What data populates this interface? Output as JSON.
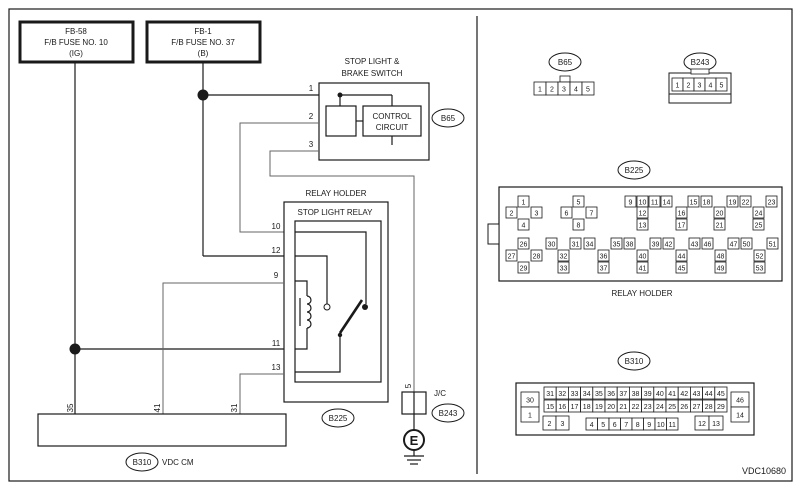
{
  "fuses": [
    {
      "line1": "FB-58",
      "line2": "F/B FUSE NO. 10",
      "line3": "(IG)"
    },
    {
      "line1": "FB-1",
      "line2": "F/B FUSE NO. 37",
      "line3": "(B)"
    }
  ],
  "switch": {
    "title_line1": "STOP LIGHT &",
    "title_line2": "BRAKE SWITCH",
    "control_line1": "CONTROL",
    "control_line2": "CIRCUIT",
    "connector": "B65",
    "pins": [
      "1",
      "2",
      "3"
    ]
  },
  "relay": {
    "holder_label": "RELAY HOLDER",
    "relay_label": "STOP LIGHT RELAY",
    "connector": "B225",
    "pins": [
      "10",
      "12",
      "9",
      "11",
      "13"
    ]
  },
  "ground": {
    "pin": "5",
    "jc_label": "J/C",
    "connector": "B243",
    "symbol": "E"
  },
  "vdc": {
    "connector": "B310",
    "label": "VDC CM",
    "pins": [
      "35",
      "41",
      "31"
    ]
  },
  "connectors_panel": {
    "b65": {
      "name": "B65",
      "pins": [
        "1",
        "2",
        "3",
        "4",
        "5"
      ]
    },
    "b243": {
      "name": "B243",
      "pins": [
        "1",
        "2",
        "3",
        "4",
        "5"
      ]
    },
    "b225": {
      "name": "B225",
      "caption": "RELAY HOLDER",
      "pins": [
        "1",
        "2",
        "3",
        "4",
        "5",
        "6",
        "7",
        "8",
        "9",
        "10",
        "11",
        "12",
        "13",
        "14",
        "15",
        "16",
        "17",
        "18",
        "19",
        "20",
        "21",
        "22",
        "23",
        "24",
        "25",
        "26",
        "27",
        "28",
        "29",
        "30",
        "31",
        "32",
        "33",
        "34",
        "35",
        "36",
        "37",
        "38",
        "39",
        "40",
        "41",
        "42",
        "43",
        "44",
        "45",
        "46",
        "47",
        "48",
        "49",
        "50",
        "51",
        "52",
        "53"
      ]
    },
    "b310": {
      "name": "B310",
      "pins_top": [
        "31",
        "32",
        "33",
        "34",
        "35",
        "36",
        "37",
        "38",
        "39",
        "40",
        "41",
        "42",
        "43",
        "44",
        "45"
      ],
      "pins_mid": [
        "15",
        "16",
        "17",
        "18",
        "19",
        "20",
        "21",
        "22",
        "23",
        "24",
        "25",
        "26",
        "27",
        "28",
        "29"
      ],
      "pins_bot": [
        "4",
        "5",
        "6",
        "7",
        "8",
        "9",
        "10",
        "11"
      ],
      "pins_left": [
        "30",
        "1"
      ],
      "pins_left_bot": [
        "2",
        "3"
      ],
      "pins_right": [
        "46",
        "14"
      ],
      "pins_right_bot": [
        "12",
        "13"
      ]
    }
  },
  "figure_id": "VDC10680"
}
